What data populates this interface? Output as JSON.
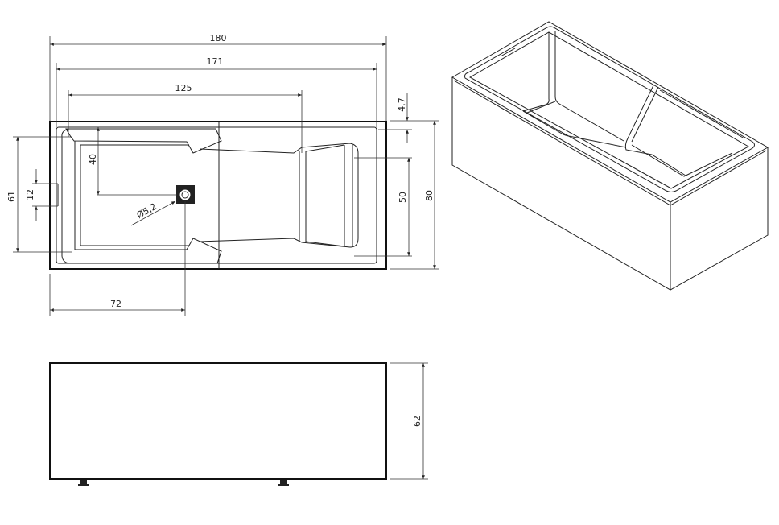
{
  "drawing": {
    "top_view": {
      "dimensions": {
        "overall_length": "180",
        "inner_length": "171",
        "basin_length": "125",
        "drain_offset_x": "72",
        "drain_offset_y": "40",
        "basin_width": "61",
        "overflow_height": "12",
        "seat_width": "50",
        "overall_width": "80",
        "rim": "4,7",
        "drain_diameter": "Ø5,2"
      }
    },
    "front_view": {
      "dimensions": {
        "height": "62"
      }
    },
    "colors": {
      "line": "#222222",
      "background": "#ffffff"
    }
  }
}
